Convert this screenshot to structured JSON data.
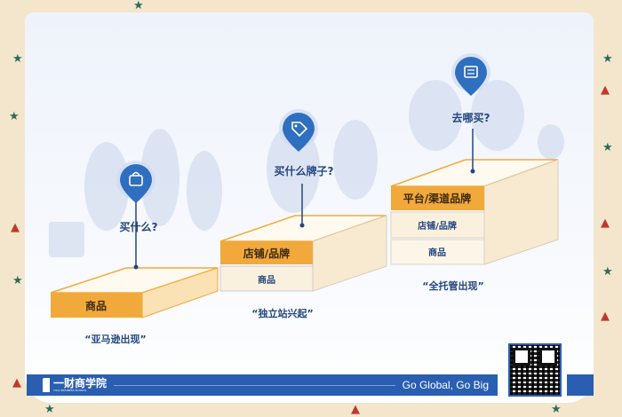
{
  "colors": {
    "accent_orange": "#f2a93b",
    "brand_blue": "#2a5eb0",
    "pin_blue": "#2f6fc0",
    "text_blue": "#23477f"
  },
  "stages": [
    {
      "question": "买什么?",
      "icon": "shopping-bag-icon",
      "layers": [
        "商品"
      ],
      "caption": "“亚马逊出现”"
    },
    {
      "question": "买什么牌子?",
      "icon": "price-tag-icon",
      "layers": [
        "店铺/品牌",
        "商品"
      ],
      "caption": "“独立站兴起”"
    },
    {
      "question": "去哪买?",
      "icon": "storefront-list-icon",
      "layers": [
        "平台/渠道品牌",
        "店铺/品牌",
        "商品"
      ],
      "caption": "“全托管出现”"
    }
  ],
  "footer": {
    "logo_text": "一财商学院",
    "logo_sub": "YICAI BUSINESS SCHOOL",
    "slogan": "Go Global, Go Big"
  }
}
